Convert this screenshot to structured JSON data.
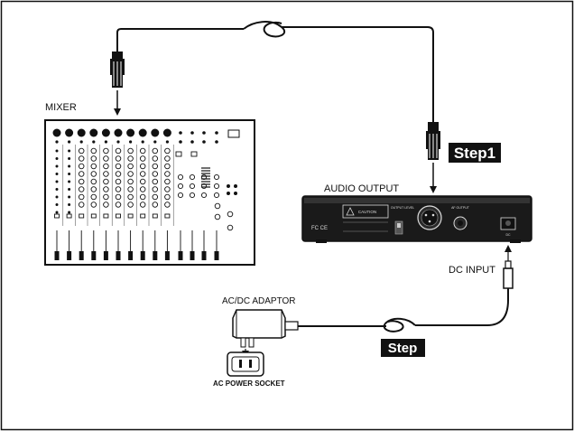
{
  "labels": {
    "mixer": "MIXER",
    "audio_output": "AUDIO OUTPUT",
    "step1": "Step1",
    "step2": "Step",
    "dc_input": "DC INPUT",
    "ac_dc_adaptor": "AC/DC ADAPTOR",
    "ac_power_socket": "AC POWER SOCKET"
  },
  "device_panel": {
    "output_level": "OUTPUT LEVEL",
    "af_output": "AF OUTPUT",
    "dc_jack": "DC",
    "warning_box": "CAUTION",
    "fcc_marks": "FC CE"
  },
  "colors": {
    "line": "#111111",
    "device_body": "#1a1a1a",
    "step_badge": "#111111",
    "step_text": "#ffffff"
  }
}
